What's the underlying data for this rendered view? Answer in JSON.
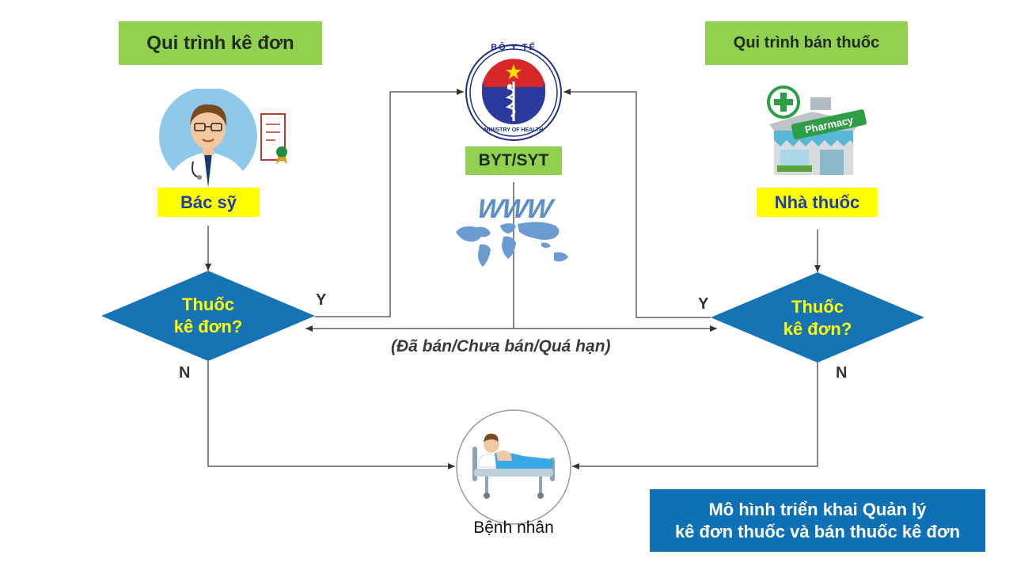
{
  "colors": {
    "green": "#92d050",
    "yellow": "#ffff00",
    "blue": "#1774b4",
    "navy_text": "#1f3fa5",
    "model_bg": "#0e71b6"
  },
  "left": {
    "process_title": "Qui trình kê đơn",
    "actor_label": "Bác sỹ",
    "actor_icon": "doctor-icon",
    "decision_line1": "Thuốc",
    "decision_line2": "kê đơn?",
    "yes_label": "Y",
    "no_label": "N"
  },
  "right": {
    "process_title": "Qui trình bán thuốc",
    "actor_label": "Nhà thuốc",
    "actor_icon": "pharmacy-icon",
    "pharmacy_sign": "Pharmacy",
    "decision_line1": "Thuốc",
    "decision_line2": "kê đơn?",
    "yes_label": "Y",
    "no_label": "N"
  },
  "center": {
    "logo_top_text": "BỘ Y TẾ",
    "logo_bottom_text": "MINISTRY OF HEALTH",
    "authority_label": "BYT/SYT",
    "web_text": "WWW",
    "web_icon": "world-map-icon",
    "status_text": "(Đã bán/Chưa bán/Quá hạn)"
  },
  "patient": {
    "label": "Bệnh nhân",
    "icon": "patient-bed-icon"
  },
  "model": {
    "line1": "Mô hình triển khai Quản lý",
    "line2": "kê đơn thuốc và bán thuốc kê đơn"
  }
}
